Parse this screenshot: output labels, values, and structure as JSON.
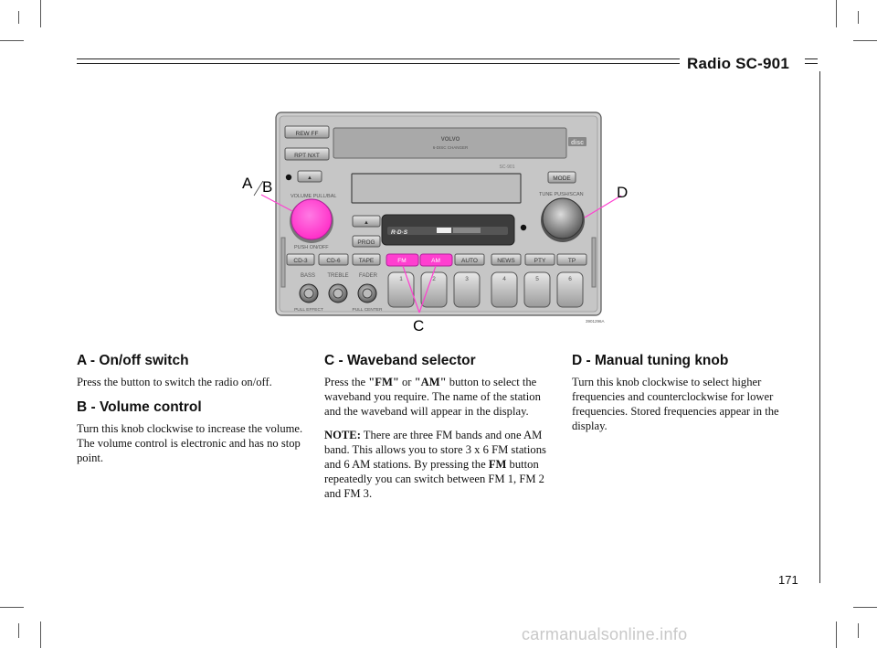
{
  "header": {
    "title": "Radio SC-901"
  },
  "figure": {
    "callouts": {
      "a": "A",
      "b": "B",
      "c": "C",
      "d": "D"
    },
    "code": "3901296A",
    "buttons": {
      "rew_ff": "REW   FF",
      "rpt_nxt": "RPT  NXT",
      "eject": "▲",
      "mode": "MODE",
      "prog": "PROG",
      "cd3": "CD-3",
      "cd6": "CD-6",
      "tape": "TAPE",
      "fm": "FM",
      "am": "AM",
      "auto": "AUTO",
      "news": "NEWS",
      "pty": "PTY",
      "tp": "TP",
      "presets": [
        "1",
        "2",
        "3",
        "4",
        "5",
        "6"
      ]
    },
    "labels": {
      "brand": "VOLVO",
      "changer": "6-DISC  CHANGER",
      "model": "SC-901",
      "disc": "disc",
      "volume": "VOLUME PULL/BAL",
      "tune": "TUNE PUSH/SCAN",
      "push_onoff": "PUSH   ON/OFF",
      "bass": "BASS",
      "treble": "TREBLE",
      "fader": "FADER",
      "pull_effect": "PULL  EFFECT",
      "pull_center": "PULL  CENTER",
      "rds": "R·D·S"
    }
  },
  "sections": {
    "a": {
      "heading": "A - On/off switch",
      "body": "Press the button to switch the radio on/off."
    },
    "b": {
      "heading": "B - Volume control",
      "body": "Turn this knob clockwise to increase the volume. The volume control is electronic and has no stop point."
    },
    "c": {
      "heading": "C - Waveband selector",
      "body_1": "Press the ",
      "fm_q": "\"FM\"",
      "body_2": " or ",
      "am_q": "\"AM\"",
      "body_3": " button to select the waveband you require. The name of the station and the waveband will appear in the display.",
      "note_label": "NOTE:",
      "note_1": " There are three FM bands and one AM band. This allows you to store 3 x 6 FM stations and 6 AM stations. By pressing the ",
      "note_fm": "FM",
      "note_2": " button repeatedly you can switch between FM 1, FM 2 and FM 3."
    },
    "d": {
      "heading": "D - Manual tuning knob",
      "body": "Turn this knob clockwise to select higher frequencies and counterclockwise for lower frequencies. Stored frequencies appear in the display."
    }
  },
  "page_number": "171",
  "watermark": "carmanualsonline.info",
  "colors": {
    "highlight": "#ff3fd0",
    "panel": "#c9c9c9",
    "panel_dark": "#8a8a8a"
  }
}
